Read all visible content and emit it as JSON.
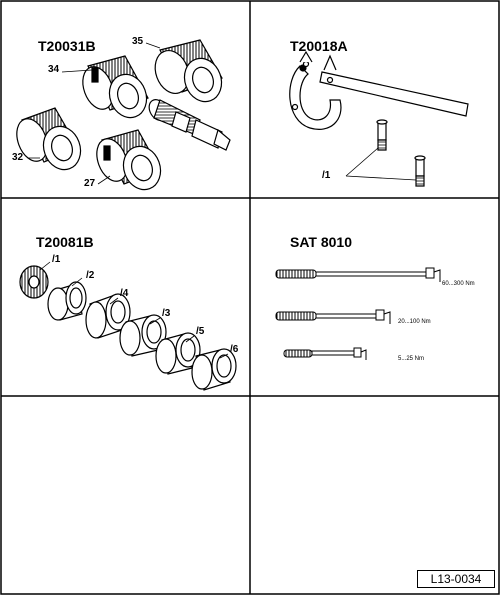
{
  "panels": {
    "p1": {
      "title": "T20031B",
      "labels": [
        "35",
        "34",
        "32",
        "27"
      ]
    },
    "p2": {
      "title": "T20018A",
      "labels": [
        "/1"
      ]
    },
    "p3": {
      "title": "T20081B",
      "labels": [
        "/1",
        "/2",
        "/4",
        "/3",
        "/5",
        "/6"
      ]
    },
    "p4": {
      "title": "SAT 8010",
      "ranges": [
        "60...300 Nm",
        "20...100 Nm",
        "5...25 Nm"
      ]
    }
  },
  "reference": "L13-0034"
}
